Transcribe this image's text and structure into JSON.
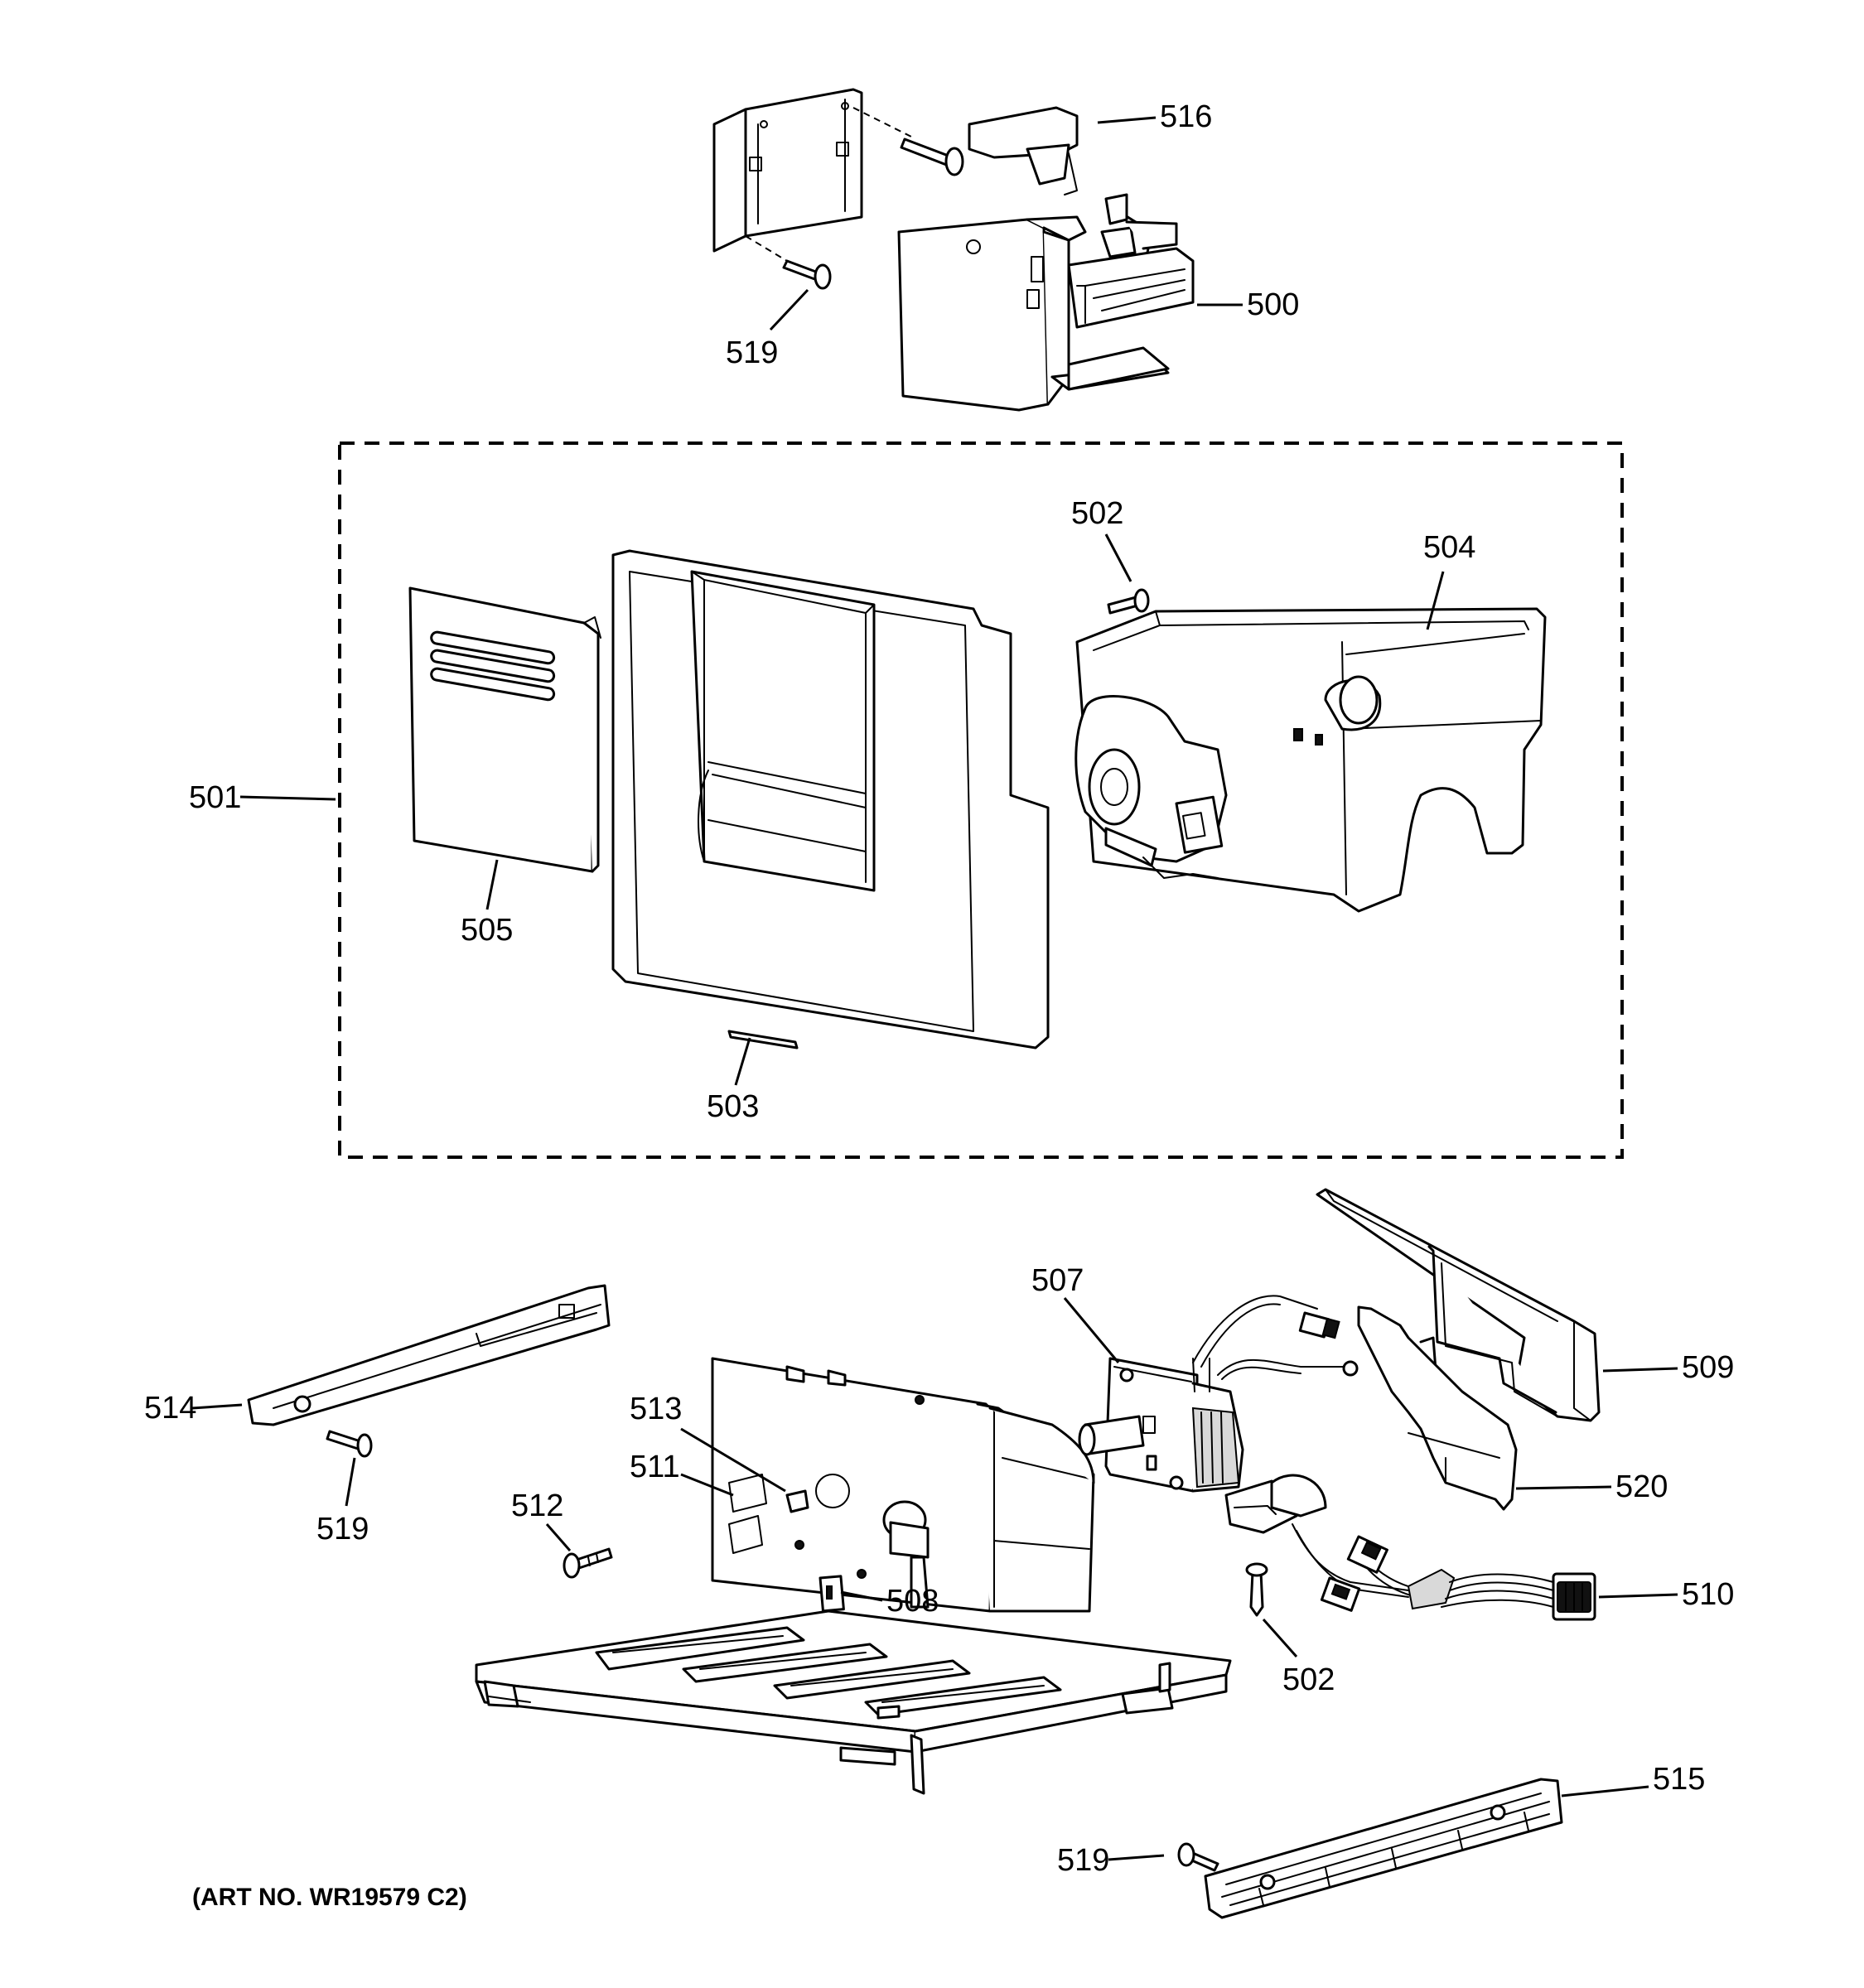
{
  "callouts": {
    "c516": "516",
    "c519_top": "519",
    "c500": "500",
    "c502_top": "502",
    "c504": "504",
    "c501": "501",
    "c505": "505",
    "c503": "503",
    "c507": "507",
    "c509": "509",
    "c514": "514",
    "c513": "513",
    "c511": "511",
    "c519_mid": "519",
    "c512": "512",
    "c520": "520",
    "c508": "508",
    "c510": "510",
    "c502_bot": "502",
    "c515": "515",
    "c519_bot": "519"
  },
  "art_number": "(ART NO. WR19579 C2)"
}
